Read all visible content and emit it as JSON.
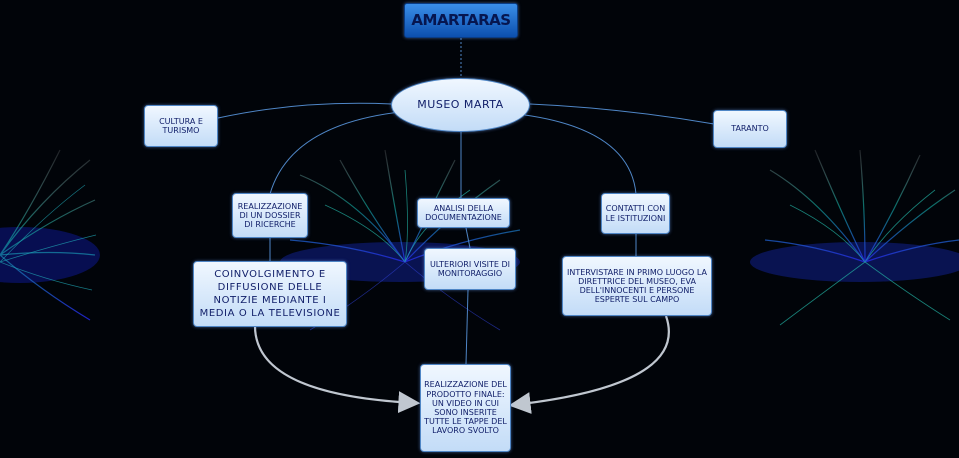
{
  "nodes": {
    "title": "AMARTARAS",
    "center": "MUSEO MARTA",
    "cultura": "CULTURA E TURISMO",
    "taranto": "TARANTO",
    "dossier": "REALIZZAZIONE DI UN DOSSIER DI RICERCHE",
    "analisi": "ANALISI DELLA DOCUMENTAZIONE",
    "contatti": "CONTATTI CON LE ISTITUZIONI",
    "coinvolgimento": "COINVOLGIMENTO E DIFFUSIONE DELLE NOTIZIE MEDIANTE I MEDIA O LA TELEVISIONE",
    "visite": "ULTERIORI VISITE DI MONITORAGGIO",
    "intervistare": "INTERVISTARE IN PRIMO LUOGO LA DIRETTRICE DEL MUSEO, EVA DELL'INNOCENTI E PERSONE ESPERTE SUL CAMPO",
    "prodotto": "REALIZZAZIONE DEL PRODOTTO FINALE: UN VIDEO IN CUI SONO INSERITE TUTTE LE TAPPE DEL LAVORO SVOLTO"
  },
  "colors": {
    "background": "#010409",
    "node_fill": "#d9eafc",
    "node_border": "#4f86c6",
    "node_text": "#12206a",
    "title_fill": "#2a76d6",
    "connector": "#4f86c6",
    "arrow": "#c0c7d0"
  }
}
